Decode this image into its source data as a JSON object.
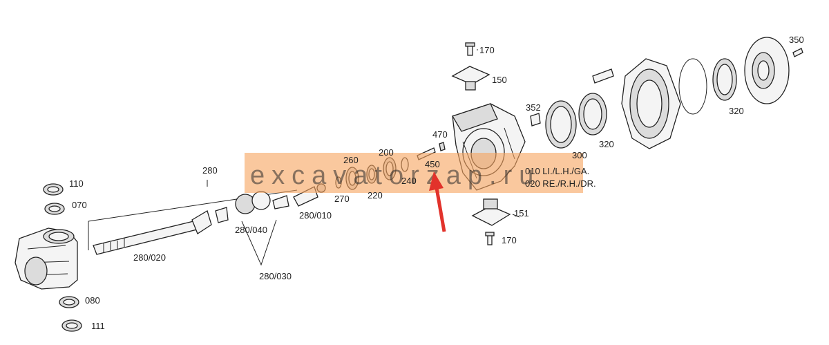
{
  "diagram": {
    "watermark": "excavatorzap.ru",
    "legend": [
      "010 LI./L.H./GA.",
      "020 RE./R.H./DR."
    ],
    "callouts": [
      {
        "id": "c-170a",
        "text": "170"
      },
      {
        "id": "c-150",
        "text": "150"
      },
      {
        "id": "c-352",
        "text": "352"
      },
      {
        "id": "c-470",
        "text": "470"
      },
      {
        "id": "c-450",
        "text": "450"
      },
      {
        "id": "c-300",
        "text": "300"
      },
      {
        "id": "c-320a",
        "text": "320"
      },
      {
        "id": "c-320b",
        "text": "320"
      },
      {
        "id": "c-350",
        "text": "350"
      },
      {
        "id": "c-151",
        "text": "151"
      },
      {
        "id": "c-170b",
        "text": "170"
      },
      {
        "id": "c-200",
        "text": "200"
      },
      {
        "id": "c-260",
        "text": "260"
      },
      {
        "id": "c-240",
        "text": "240"
      },
      {
        "id": "c-270",
        "text": "270"
      },
      {
        "id": "c-220",
        "text": "220"
      },
      {
        "id": "c-280",
        "text": "280"
      },
      {
        "id": "c-280-010",
        "text": "280/010"
      },
      {
        "id": "c-280-040",
        "text": "280/040"
      },
      {
        "id": "c-280-030",
        "text": "280/030"
      },
      {
        "id": "c-280-020",
        "text": "280/020"
      },
      {
        "id": "c-110",
        "text": "110"
      },
      {
        "id": "c-070",
        "text": "070"
      },
      {
        "id": "c-080",
        "text": "080"
      },
      {
        "id": "c-111",
        "text": "111"
      }
    ]
  },
  "colors": {
    "watermark_band": "#f7a35e",
    "arrow": "#e2322b"
  }
}
